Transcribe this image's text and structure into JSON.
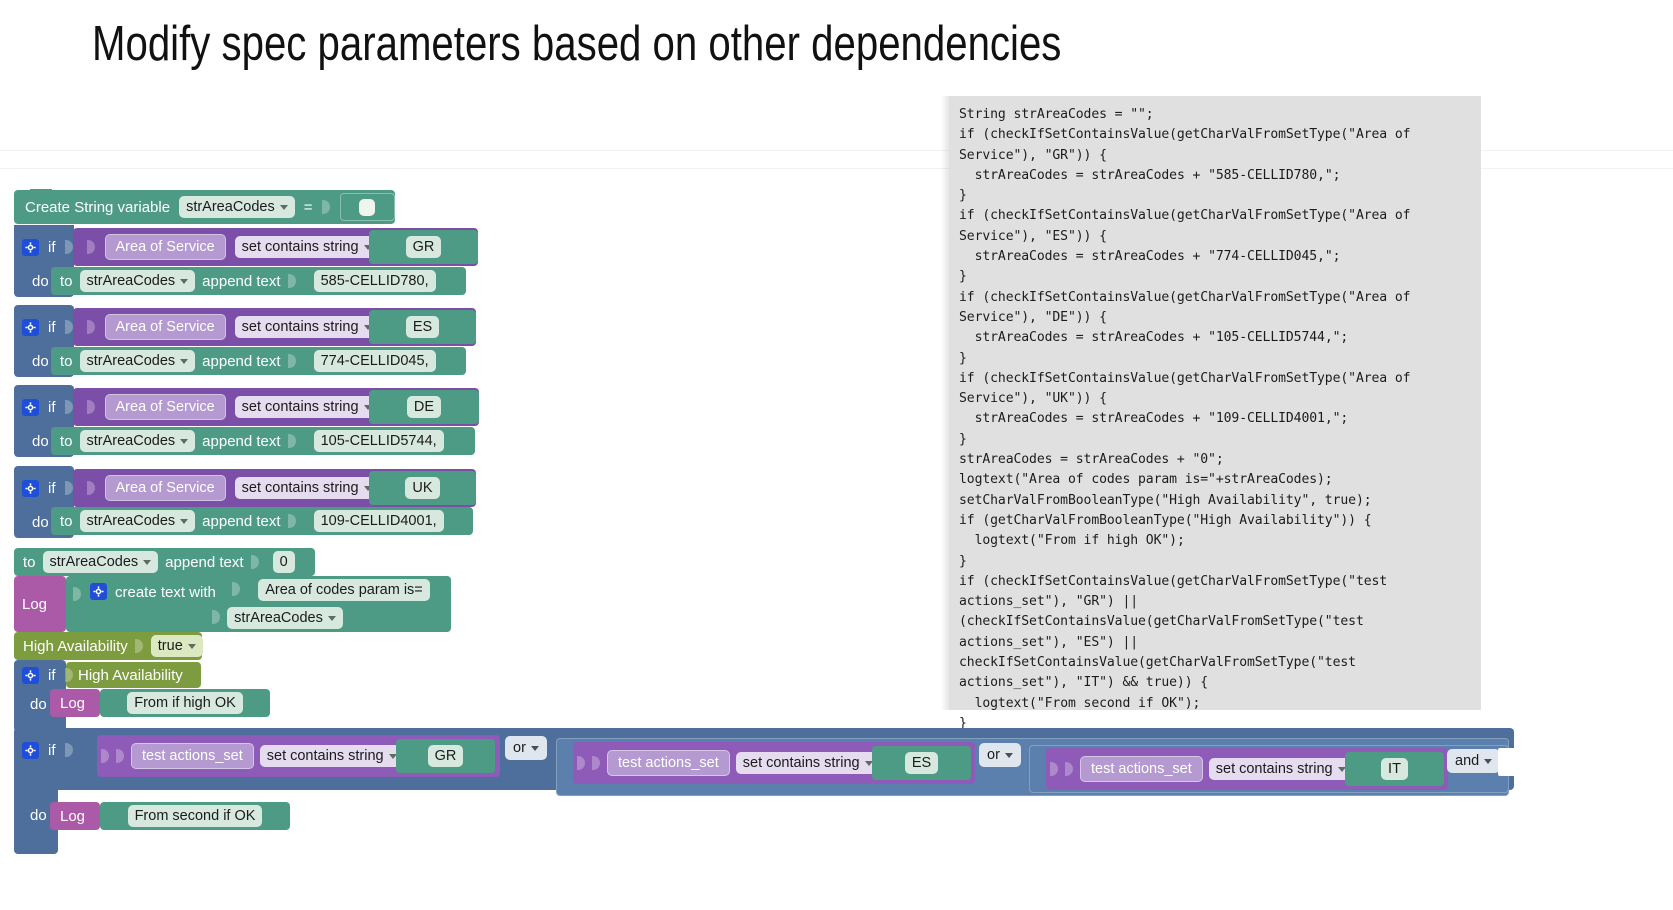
{
  "title": "Modify spec parameters based on other dependencies",
  "code_panel": {
    "name": "generated-code",
    "language": "java-like",
    "text": "String strAreaCodes = \"\";\nif (checkIfSetContainsValue(getCharValFromSetType(\"Area of Service\"), \"GR\")) {\n  strAreaCodes = strAreaCodes + \"585-CELLID780,\";\n}\nif (checkIfSetContainsValue(getCharValFromSetType(\"Area of Service\"), \"ES\")) {\n  strAreaCodes = strAreaCodes + \"774-CELLID045,\";\n}\nif (checkIfSetContainsValue(getCharValFromSetType(\"Area of Service\"), \"DE\")) {\n  strAreaCodes = strAreaCodes + \"105-CELLID5744,\";\n}\nif (checkIfSetContainsValue(getCharValFromSetType(\"Area of Service\"), \"UK\")) {\n  strAreaCodes = strAreaCodes + \"109-CELLID4001,\";\n}\nstrAreaCodes = strAreaCodes + \"0\";\nlogtext(\"Area of codes param is=\"+strAreaCodes);\nsetCharValFromBooleanType(\"High Availability\", true);\nif (getCharValFromBooleanType(\"High Availability\")) {\n  logtext(\"From if high OK\");\n}\nif (checkIfSetContainsValue(getCharValFromSetType(\"test actions_set\"), \"GR\") || (checkIfSetContainsValue(getCharValFromSetType(\"test actions_set\"), \"ES\") || checkIfSetContainsValue(getCharValFromSetType(\"test actions_set\"), \"IT\") && true)) {\n  logtext(\"From second if OK\");\n}"
  },
  "blocks": {
    "create_variable": {
      "label": "Create String variable",
      "variable": "strAreaCodes",
      "equals": "=",
      "value": ""
    },
    "if_blocks": [
      {
        "if_label": "if",
        "set_name": "Area of Service",
        "operator": "set contains string",
        "operand": "GR",
        "do_label": "do",
        "to_label": "to",
        "target_var": "strAreaCodes",
        "append_label": "append text",
        "append_value": "585-CELLID780,"
      },
      {
        "if_label": "if",
        "set_name": "Area of Service",
        "operator": "set contains string",
        "operand": "ES",
        "do_label": "do",
        "to_label": "to",
        "target_var": "strAreaCodes",
        "append_label": "append text",
        "append_value": "774-CELLID045,"
      },
      {
        "if_label": "if",
        "set_name": "Area of Service",
        "operator": "set contains string",
        "operand": "DE",
        "do_label": "do",
        "to_label": "to",
        "target_var": "strAreaCodes",
        "append_label": "append text",
        "append_value": "105-CELLID5744,"
      },
      {
        "if_label": "if",
        "set_name": "Area of Service",
        "operator": "set contains string",
        "operand": "UK",
        "do_label": "do",
        "to_label": "to",
        "target_var": "strAreaCodes",
        "append_label": "append text",
        "append_value": "109-CELLID4001,"
      }
    ],
    "append_zero": {
      "to_label": "to",
      "target_var": "strAreaCodes",
      "append_label": "append text",
      "append_value": "0"
    },
    "log_create_text": {
      "log_label": "Log",
      "create_text_label": "create text with",
      "text_item_1": "Area of codes param is=",
      "text_item_2": "strAreaCodes"
    },
    "set_high_availability": {
      "name": "High Availability",
      "value": "true"
    },
    "if_high_availability": {
      "if_label": "if",
      "condition": "High Availability",
      "do_label": "do",
      "log_label": "Log",
      "log_text": "From if high OK"
    },
    "if_test_actions": {
      "if_label": "if",
      "do_label": "do",
      "log_label": "Log",
      "log_text": "From second if OK",
      "conditions": [
        {
          "set_name": "test actions_set",
          "operator": "set contains string",
          "operand": "GR"
        },
        {
          "set_name": "test actions_set",
          "operator": "set contains string",
          "operand": "ES"
        },
        {
          "set_name": "test actions_set",
          "operator": "set contains string",
          "operand": "IT"
        }
      ],
      "joiners": [
        "or",
        "or",
        "and"
      ]
    }
  },
  "colors": {
    "variable_green": "#4e9b85",
    "logic_purple": "#7b4ea8",
    "control_blue": "#4e6f9b",
    "boolean_olive": "#7d9b3f",
    "log_magenta": "#ab5aa8",
    "code_bg": "#e0e0e0"
  }
}
